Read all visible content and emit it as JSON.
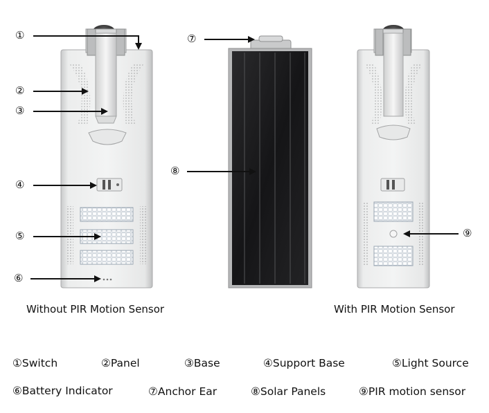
{
  "callouts": {
    "c1": "①",
    "c2": "②",
    "c3": "③",
    "c4": "④",
    "c5": "⑤",
    "c6": "⑥",
    "c7": "⑦",
    "c8": "⑧",
    "c9": "⑨"
  },
  "captions": {
    "left": "Without PIR Motion Sensor",
    "right": "With PIR Motion Sensor"
  },
  "legend": [
    "①Switch",
    "②Panel",
    "③Base",
    "④Support Base",
    "⑤Light Source",
    "⑥Battery Indicator",
    "⑦Anchor Ear",
    "⑧Solar Panels",
    "⑨PIR motion sensor"
  ]
}
